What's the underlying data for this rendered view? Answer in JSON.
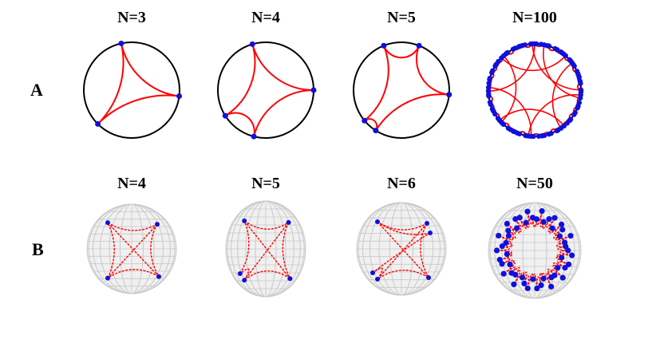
{
  "rows": [
    {
      "label": "A",
      "panels": [
        {
          "title": "N=3",
          "n": 3
        },
        {
          "title": "N=4",
          "n": 4
        },
        {
          "title": "N=5",
          "n": 5
        },
        {
          "title": "N=100",
          "n": 100
        }
      ]
    },
    {
      "label": "B",
      "panels": [
        {
          "title": "N=4",
          "n": 4
        },
        {
          "title": "N=5",
          "n": 5
        },
        {
          "title": "N=6",
          "n": 6
        },
        {
          "title": "N=50",
          "n": 50
        }
      ]
    }
  ],
  "colors": {
    "circle": "#000000",
    "geodesic": "#ff0000",
    "point": "#1010dd",
    "sphere_mesh": "#c8c8c8",
    "sphere_fill": "#f0f0f0"
  }
}
